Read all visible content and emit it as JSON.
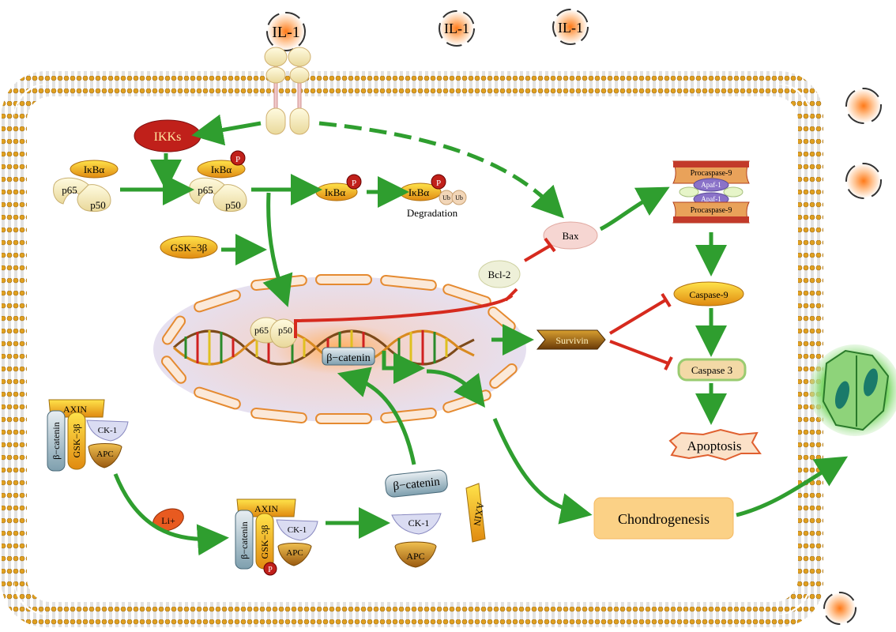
{
  "labels": {
    "il1": "IL-1",
    "ikks": "IKKs",
    "ikba": "IκBα",
    "p": "P",
    "p65": "p65",
    "p50": "p50",
    "ub": "Ub",
    "degradation": "Degradation",
    "gsk3b": "GSK−3β",
    "bax": "Bax",
    "bcl2": "Bcl-2",
    "procaspase9": "Procaspase-9",
    "apaf1": "Apaf-1",
    "caspase9": "Caspase-9",
    "caspase3": "Caspase 3",
    "survivin": "Survivin",
    "apoptosis": "Apoptosis",
    "bcatenin": "β−catenin",
    "axin": "AXIN",
    "ck1": "CK-1",
    "apc": "APC",
    "li": "Li+",
    "chondrogenesis": "Chondrogenesis"
  },
  "colors": {
    "activation_arrow": "#2f9e2f",
    "inhibition": "#d62a1e",
    "membrane_head": "#e0a020",
    "nucleus": "#e9e2f2",
    "ikks": "#c0201a"
  }
}
